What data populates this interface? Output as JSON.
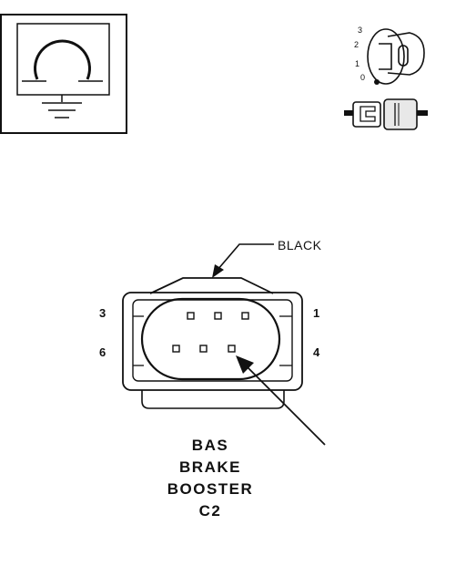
{
  "ground_symbol": {
    "icon": "ground-symbol-icon"
  },
  "ignition_key": {
    "icon": "ignition-key-icon",
    "positions": [
      "3",
      "2",
      "1",
      "0"
    ]
  },
  "connector_icon": {
    "icon": "inline-connector-icon"
  },
  "connector": {
    "color_label": "BLACK",
    "pins": {
      "p3": "3",
      "p1": "1",
      "p6": "6",
      "p4": "4"
    },
    "title_lines": [
      "BAS",
      "BRAKE",
      "BOOSTER",
      "C2"
    ]
  },
  "colors": {
    "ink": "#111111",
    "background": "#ffffff"
  }
}
